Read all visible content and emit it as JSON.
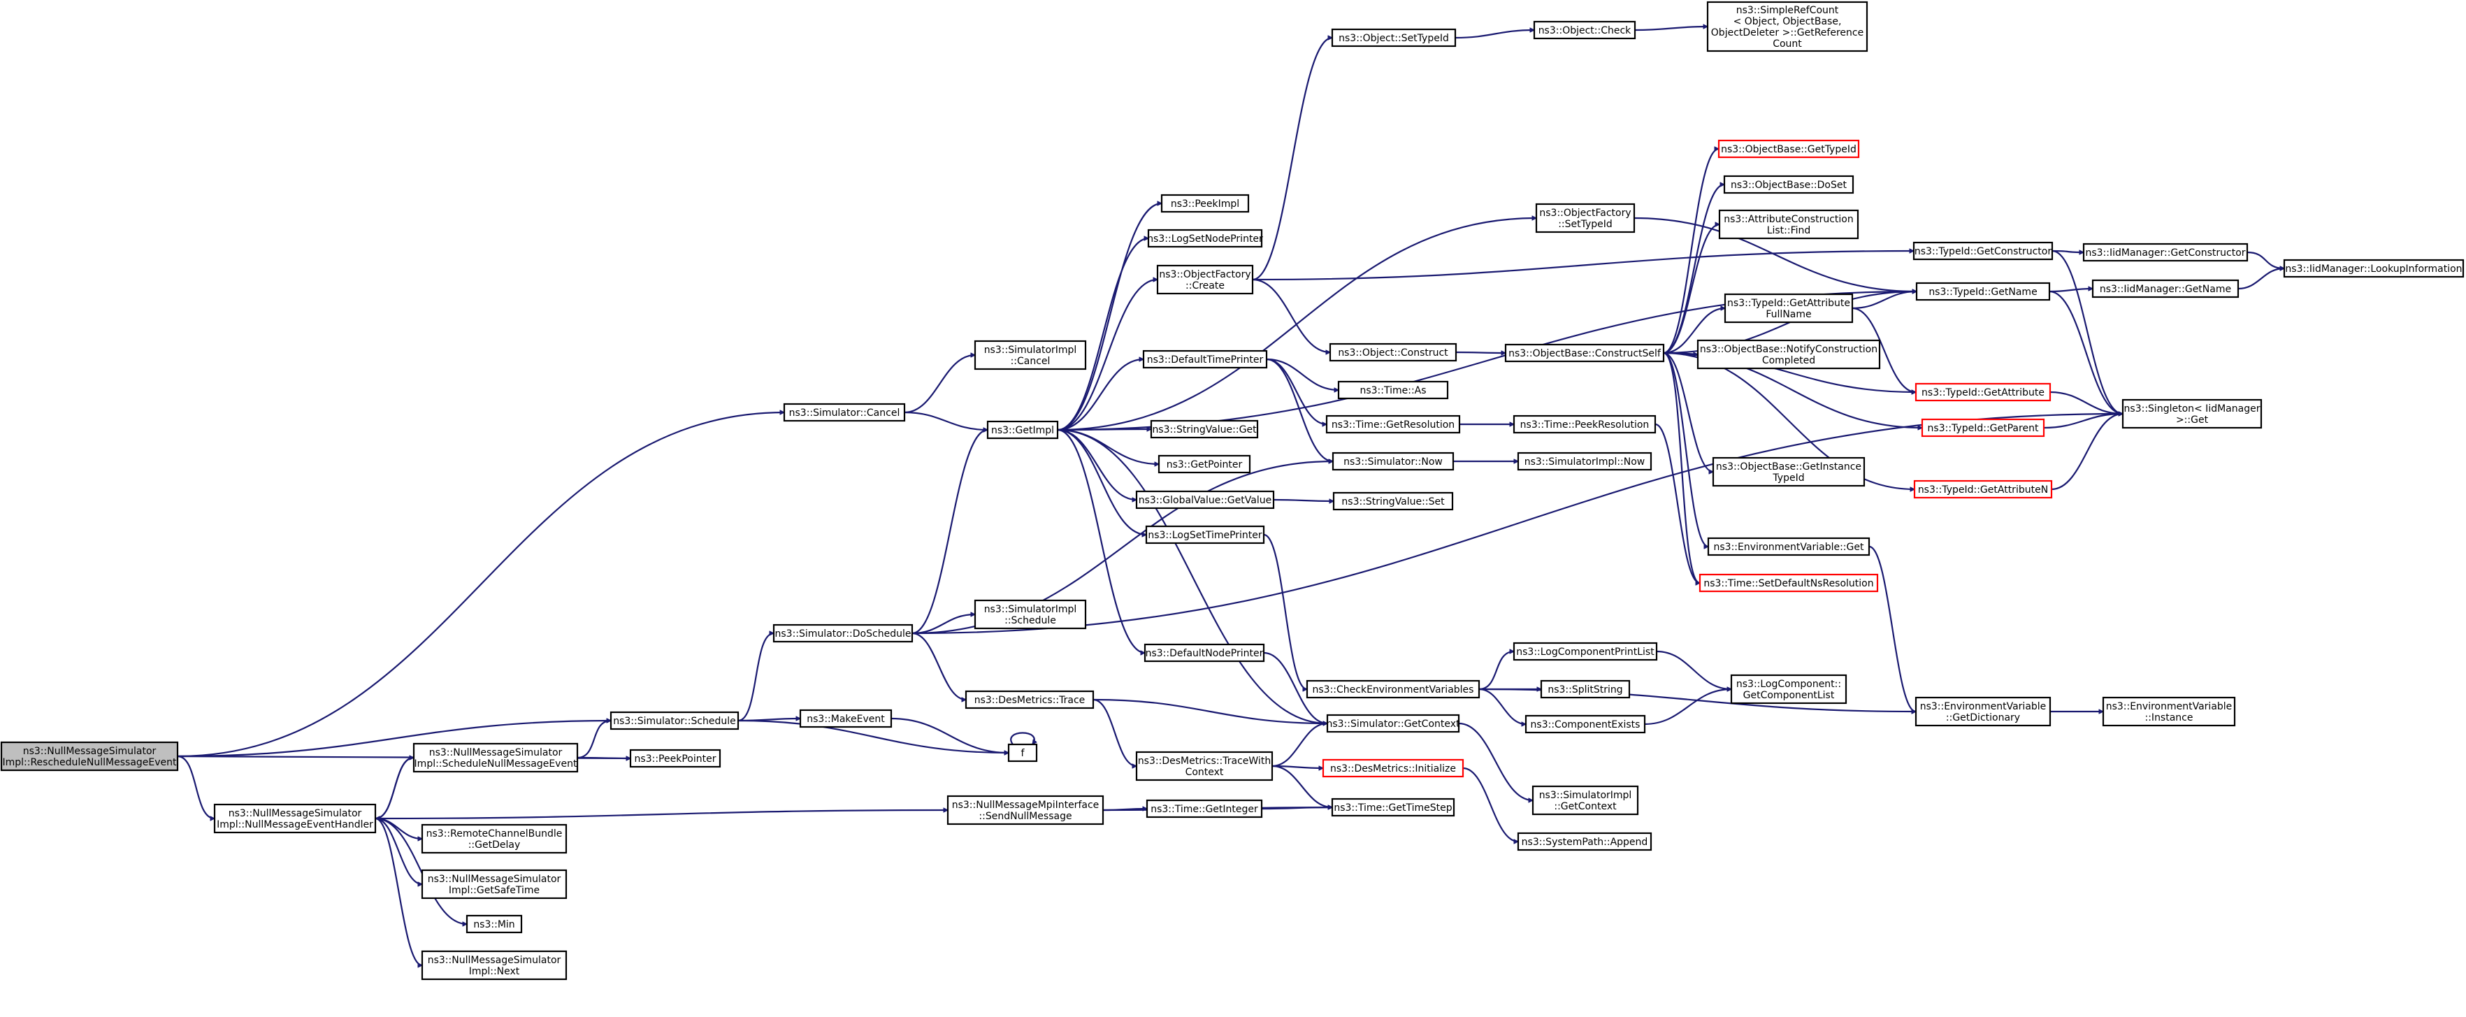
{
  "nodes": [
    {
      "id": "root",
      "lines": [
        "ns3::NullMessageSimulator",
        "Impl::RescheduleNullMessageEvent"
      ],
      "border": "gray"
    },
    {
      "id": "cancel",
      "lines": [
        "ns3::Simulator::Cancel"
      ],
      "border": "black"
    },
    {
      "id": "schedule",
      "lines": [
        "ns3::Simulator::Schedule"
      ],
      "border": "black"
    },
    {
      "id": "nmehandler",
      "lines": [
        "ns3::NullMessageSimulator",
        "Impl::NullMessageEventHandler"
      ],
      "border": "black"
    },
    {
      "id": "peekptr",
      "lines": [
        "ns3::PeekPointer"
      ],
      "border": "black"
    },
    {
      "id": "implcancel",
      "lines": [
        "ns3::SimulatorImpl",
        "::Cancel"
      ],
      "border": "black"
    },
    {
      "id": "getimpl",
      "lines": [
        "ns3::GetImpl"
      ],
      "border": "black"
    },
    {
      "id": "doschedule",
      "lines": [
        "ns3::Simulator::DoSchedule"
      ],
      "border": "black"
    },
    {
      "id": "makeevent",
      "lines": [
        "ns3::MakeEvent"
      ],
      "border": "black"
    },
    {
      "id": "f",
      "lines": [
        "f"
      ],
      "border": "black"
    },
    {
      "id": "schednme",
      "lines": [
        "ns3::NullMessageSimulator",
        "Impl::ScheduleNullMessageEvent"
      ],
      "border": "black"
    },
    {
      "id": "rcbdelay",
      "lines": [
        "ns3::RemoteChannelBundle",
        "::GetDelay"
      ],
      "border": "black"
    },
    {
      "id": "safetime",
      "lines": [
        "ns3::NullMessageSimulator",
        "Impl::GetSafeTime"
      ],
      "border": "black"
    },
    {
      "id": "min",
      "lines": [
        "ns3::Min"
      ],
      "border": "black"
    },
    {
      "id": "next",
      "lines": [
        "ns3::NullMessageSimulator",
        "Impl::Next"
      ],
      "border": "black"
    },
    {
      "id": "sendnull",
      "lines": [
        "ns3::NullMessageMpiInterface",
        "::SendNullMessage"
      ],
      "border": "black"
    },
    {
      "id": "peekimpl",
      "lines": [
        "ns3::PeekImpl"
      ],
      "border": "black"
    },
    {
      "id": "logsetnode",
      "lines": [
        "ns3::LogSetNodePrinter"
      ],
      "border": "black"
    },
    {
      "id": "ofcreate",
      "lines": [
        "ns3::ObjectFactory",
        "::Create"
      ],
      "border": "black"
    },
    {
      "id": "deftimeprinter",
      "lines": [
        "ns3::DefaultTimePrinter"
      ],
      "border": "black"
    },
    {
      "id": "svget",
      "lines": [
        "ns3::StringValue::Get"
      ],
      "border": "black"
    },
    {
      "id": "getpointer",
      "lines": [
        "ns3::GetPointer"
      ],
      "border": "black"
    },
    {
      "id": "gvgetvalue",
      "lines": [
        "ns3::GlobalValue::GetValue"
      ],
      "border": "black"
    },
    {
      "id": "logsettime",
      "lines": [
        "ns3::LogSetTimePrinter"
      ],
      "border": "black"
    },
    {
      "id": "implschedule",
      "lines": [
        "ns3::SimulatorImpl",
        "::Schedule"
      ],
      "border": "black"
    },
    {
      "id": "defnodeprinter",
      "lines": [
        "ns3::DefaultNodePrinter"
      ],
      "border": "black"
    },
    {
      "id": "dmtrace",
      "lines": [
        "ns3::DesMetrics::Trace"
      ],
      "border": "black"
    },
    {
      "id": "dmtracectx",
      "lines": [
        "ns3::DesMetrics::TraceWith",
        "Context"
      ],
      "border": "black"
    },
    {
      "id": "timegetint",
      "lines": [
        "ns3::Time::GetInteger"
      ],
      "border": "black"
    },
    {
      "id": "objsettypeid",
      "lines": [
        "ns3::Object::SetTypeId"
      ],
      "border": "black"
    },
    {
      "id": "objcheck",
      "lines": [
        "ns3::Object::Check"
      ],
      "border": "black"
    },
    {
      "id": "refcount",
      "lines": [
        "ns3::SimpleRefCount",
        "< Object, ObjectBase,",
        "ObjectDeleter >::GetReference",
        "Count"
      ],
      "border": "black"
    },
    {
      "id": "ofsettypeid",
      "lines": [
        "ns3::ObjectFactory",
        "::SetTypeId"
      ],
      "border": "black"
    },
    {
      "id": "objconstruct",
      "lines": [
        "ns3::Object::Construct"
      ],
      "border": "black"
    },
    {
      "id": "timeas",
      "lines": [
        "ns3::Time::As"
      ],
      "border": "black"
    },
    {
      "id": "timegetres",
      "lines": [
        "ns3::Time::GetResolution"
      ],
      "border": "black"
    },
    {
      "id": "simnow",
      "lines": [
        "ns3::Simulator::Now"
      ],
      "border": "black"
    },
    {
      "id": "svset",
      "lines": [
        "ns3::StringValue::Set"
      ],
      "border": "black"
    },
    {
      "id": "checkenv",
      "lines": [
        "ns3::CheckEnvironmentVariables"
      ],
      "border": "black"
    },
    {
      "id": "simgetctx",
      "lines": [
        "ns3::Simulator::GetContext"
      ],
      "border": "black"
    },
    {
      "id": "dminit",
      "lines": [
        "ns3::DesMetrics::Initialize"
      ],
      "border": "red"
    },
    {
      "id": "timegetstep",
      "lines": [
        "ns3::Time::GetTimeStep"
      ],
      "border": "black"
    },
    {
      "id": "obconstructself",
      "lines": [
        "ns3::ObjectBase::ConstructSelf"
      ],
      "border": "black"
    },
    {
      "id": "timepeekres",
      "lines": [
        "ns3::Time::PeekResolution"
      ],
      "border": "black"
    },
    {
      "id": "implnow",
      "lines": [
        "ns3::SimulatorImpl::Now"
      ],
      "border": "black"
    },
    {
      "id": "logprintlist",
      "lines": [
        "ns3::LogComponentPrintList"
      ],
      "border": "black"
    },
    {
      "id": "splitstring",
      "lines": [
        "ns3::SplitString"
      ],
      "border": "black"
    },
    {
      "id": "compexists",
      "lines": [
        "ns3::ComponentExists"
      ],
      "border": "black"
    },
    {
      "id": "implgetctx",
      "lines": [
        "ns3::SimulatorImpl",
        "::GetContext"
      ],
      "border": "black"
    },
    {
      "id": "spappend",
      "lines": [
        "ns3::SystemPath::Append"
      ],
      "border": "black"
    },
    {
      "id": "obgettypeid",
      "lines": [
        "ns3::ObjectBase::GetTypeId"
      ],
      "border": "red"
    },
    {
      "id": "obdoset",
      "lines": [
        "ns3::ObjectBase::DoSet"
      ],
      "border": "black"
    },
    {
      "id": "acfind",
      "lines": [
        "ns3::AttributeConstruction",
        "List::Find"
      ],
      "border": "black"
    },
    {
      "id": "tidattrfull",
      "lines": [
        "ns3::TypeId::GetAttribute",
        "FullName"
      ],
      "border": "black"
    },
    {
      "id": "obnotify",
      "lines": [
        "ns3::ObjectBase::NotifyConstruction",
        "Completed"
      ],
      "border": "black"
    },
    {
      "id": "obinsttype",
      "lines": [
        "ns3::ObjectBase::GetInstance",
        "TypeId"
      ],
      "border": "black"
    },
    {
      "id": "envget",
      "lines": [
        "ns3::EnvironmentVariable::Get"
      ],
      "border": "black"
    },
    {
      "id": "timesetdef",
      "lines": [
        "ns3::Time::SetDefaultNsResolution"
      ],
      "border": "red"
    },
    {
      "id": "logcomplist",
      "lines": [
        "ns3::LogComponent::",
        "GetComponentList"
      ],
      "border": "black"
    },
    {
      "id": "tidgetctor",
      "lines": [
        "ns3::TypeId::GetConstructor"
      ],
      "border": "black"
    },
    {
      "id": "tidgetname",
      "lines": [
        "ns3::TypeId::GetName"
      ],
      "border": "black"
    },
    {
      "id": "tidgetattr",
      "lines": [
        "ns3::TypeId::GetAttribute"
      ],
      "border": "red"
    },
    {
      "id": "tidgetparent",
      "lines": [
        "ns3::TypeId::GetParent"
      ],
      "border": "red"
    },
    {
      "id": "tidgetattrn",
      "lines": [
        "ns3::TypeId::GetAttributeN"
      ],
      "border": "red"
    },
    {
      "id": "envgetdict",
      "lines": [
        "ns3::EnvironmentVariable",
        "::GetDictionary"
      ],
      "border": "black"
    },
    {
      "id": "iidgetctor",
      "lines": [
        "ns3::IidManager::GetConstructor"
      ],
      "border": "black"
    },
    {
      "id": "iidgetname",
      "lines": [
        "ns3::IidManager::GetName"
      ],
      "border": "black"
    },
    {
      "id": "singletonget",
      "lines": [
        "ns3::Singleton< IidManager",
        " >::Get"
      ],
      "border": "black"
    },
    {
      "id": "envinstance",
      "lines": [
        "ns3::EnvironmentVariable",
        "::Instance"
      ],
      "border": "black"
    },
    {
      "id": "iidlookup",
      "lines": [
        "ns3::IidManager::LookupInformation"
      ],
      "border": "black"
    }
  ],
  "edges": [
    [
      "root",
      "cancel"
    ],
    [
      "root",
      "schedule"
    ],
    [
      "root",
      "nmehandler"
    ],
    [
      "root",
      "peekptr"
    ],
    [
      "cancel",
      "implcancel"
    ],
    [
      "cancel",
      "getimpl"
    ],
    [
      "schedule",
      "doschedule"
    ],
    [
      "schedule",
      "makeevent"
    ],
    [
      "schedule",
      "f"
    ],
    [
      "nmehandler",
      "schednme"
    ],
    [
      "nmehandler",
      "rcbdelay"
    ],
    [
      "nmehandler",
      "safetime"
    ],
    [
      "nmehandler",
      "min"
    ],
    [
      "nmehandler",
      "next"
    ],
    [
      "nmehandler",
      "sendnull"
    ],
    [
      "schednme",
      "schedule"
    ],
    [
      "schednme",
      "peekptr"
    ],
    [
      "schednme",
      "nmehandler"
    ],
    [
      "doschedule",
      "getimpl"
    ],
    [
      "doschedule",
      "implschedule"
    ],
    [
      "doschedule",
      "dmtrace"
    ],
    [
      "doschedule",
      "simnow"
    ],
    [
      "doschedule",
      "singletonget"
    ],
    [
      "makeevent",
      "f"
    ],
    [
      "f",
      "f"
    ],
    [
      "getimpl",
      "peekimpl"
    ],
    [
      "getimpl",
      "logsetnode"
    ],
    [
      "getimpl",
      "ofcreate"
    ],
    [
      "getimpl",
      "deftimeprinter"
    ],
    [
      "getimpl",
      "svget"
    ],
    [
      "getimpl",
      "getpointer"
    ],
    [
      "getimpl",
      "gvgetvalue"
    ],
    [
      "getimpl",
      "logsettime"
    ],
    [
      "getimpl",
      "defnodeprinter"
    ],
    [
      "getimpl",
      "ofsettypeid"
    ],
    [
      "getimpl",
      "tidgetname"
    ],
    [
      "getimpl",
      "simgetctx"
    ],
    [
      "ofcreate",
      "objsettypeid"
    ],
    [
      "ofcreate",
      "objconstruct"
    ],
    [
      "ofcreate",
      "tidgetctor"
    ],
    [
      "objsettypeid",
      "objcheck"
    ],
    [
      "objcheck",
      "refcount"
    ],
    [
      "objconstruct",
      "obconstructself"
    ],
    [
      "deftimeprinter",
      "timeas"
    ],
    [
      "deftimeprinter",
      "timegetres"
    ],
    [
      "deftimeprinter",
      "simnow"
    ],
    [
      "gvgetvalue",
      "svset"
    ],
    [
      "logsettime",
      "checkenv"
    ],
    [
      "defnodeprinter",
      "simgetctx"
    ],
    [
      "dmtrace",
      "dmtracectx"
    ],
    [
      "dmtrace",
      "simgetctx"
    ],
    [
      "dmtracectx",
      "simgetctx"
    ],
    [
      "dmtracectx",
      "dminit"
    ],
    [
      "dmtracectx",
      "timegetstep"
    ],
    [
      "sendnull",
      "timegetint"
    ],
    [
      "sendnull",
      "timegetstep"
    ],
    [
      "timegetint",
      "timegetstep"
    ],
    [
      "timegetres",
      "timepeekres"
    ],
    [
      "simnow",
      "implnow"
    ],
    [
      "checkenv",
      "logprintlist"
    ],
    [
      "checkenv",
      "splitstring"
    ],
    [
      "checkenv",
      "compexists"
    ],
    [
      "checkenv",
      "envgetdict"
    ],
    [
      "logprintlist",
      "logcomplist"
    ],
    [
      "compexists",
      "logcomplist"
    ],
    [
      "simgetctx",
      "implgetctx"
    ],
    [
      "dminit",
      "spappend"
    ],
    [
      "timepeekres",
      "timesetdef"
    ],
    [
      "obconstructself",
      "obgettypeid"
    ],
    [
      "obconstructself",
      "obdoset"
    ],
    [
      "obconstructself",
      "acfind"
    ],
    [
      "obconstructself",
      "tidattrfull"
    ],
    [
      "obconstructself",
      "obnotify"
    ],
    [
      "obconstructself",
      "obinsttype"
    ],
    [
      "obconstructself",
      "envget"
    ],
    [
      "obconstructself",
      "timesetdef"
    ],
    [
      "obconstructself",
      "tidgetname"
    ],
    [
      "obconstructself",
      "tidgetattr"
    ],
    [
      "obconstructself",
      "tidgetparent"
    ],
    [
      "obconstructself",
      "tidgetattrn"
    ],
    [
      "ofsettypeid",
      "tidgetname"
    ],
    [
      "tidattrfull",
      "tidgetname"
    ],
    [
      "tidattrfull",
      "tidgetattr"
    ],
    [
      "envget",
      "envgetdict"
    ],
    [
      "envgetdict",
      "envinstance"
    ],
    [
      "tidgetctor",
      "iidgetctor"
    ],
    [
      "tidgetctor",
      "singletonget"
    ],
    [
      "tidgetname",
      "iidgetname"
    ],
    [
      "tidgetname",
      "singletonget"
    ],
    [
      "tidgetattr",
      "singletonget"
    ],
    [
      "tidgetparent",
      "singletonget"
    ],
    [
      "tidgetattrn",
      "singletonget"
    ],
    [
      "iidgetctor",
      "iidlookup"
    ],
    [
      "iidgetname",
      "iidlookup"
    ]
  ],
  "colors": {
    "edge": "#191970",
    "red_border": "#ff0000",
    "root_fill": "#bfbfbf"
  }
}
